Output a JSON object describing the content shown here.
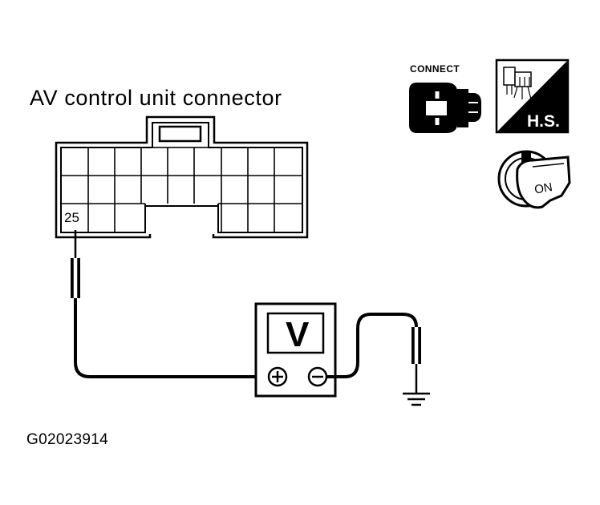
{
  "diagram": {
    "connector_label": "AV control unit connector",
    "pin_label": "25",
    "meter_label": "V",
    "figure_code": "G02023914"
  },
  "icons": {
    "connect_label": "CONNECT",
    "harness_side_label": "H.S.",
    "ignition_label": "ON",
    "connect_icon": "connector-connected-icon",
    "harness_icon": "harness-side-icon",
    "ignition_icon": "ignition-key-on-icon"
  },
  "colors": {
    "line": "#000000",
    "background": "#ffffff"
  }
}
